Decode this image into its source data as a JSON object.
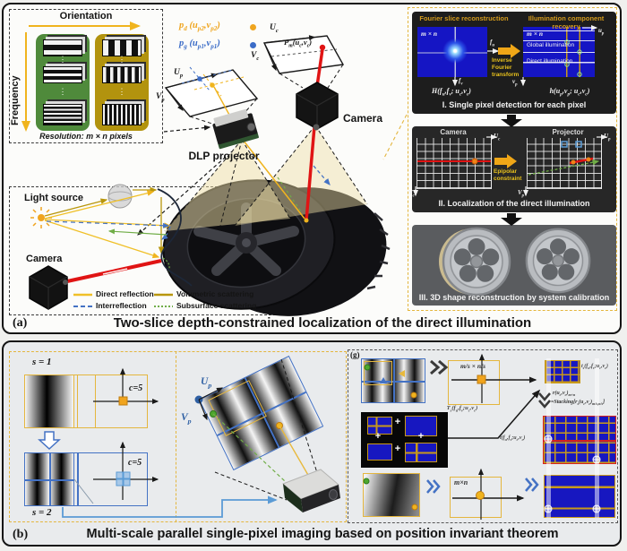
{
  "colors": {
    "accent_yellow": "#E8B93C",
    "accent_blue": "#4472C4",
    "accent_green": "#70AD47",
    "accent_red": "#E01414",
    "dark_gold": "#B8960C",
    "panel_blue": "#1717C0",
    "title_gold": "#D39A1C"
  },
  "panel_a": {
    "label": "(a)",
    "caption": "Two-slice depth-constrained localization of the direct illumination",
    "pattern_box": {
      "orientation": "Orientation",
      "frequency": "Frequency",
      "resolution": "Resolution: m × n pixels",
      "ellipsis": "⋮"
    },
    "scene": {
      "pd": "p~d~ (u~p2~,v~p2~)",
      "pg": "p~g~ (u~p1~,v~p1~)",
      "up": "U~p~",
      "vp": "V~p~",
      "uc": "U~c~",
      "vc": "V~c~",
      "pm": "P~m~(u~c~,v~c~)",
      "projector": "DLP projector",
      "camera": "Camera"
    },
    "scatter": {
      "light_source": "Light source",
      "camera": "Camera",
      "legend": [
        {
          "label": "Direct reflection",
          "style": "solid-yellow"
        },
        {
          "label": "Volumetric scattering",
          "style": "solid-darkyellow"
        },
        {
          "label": "Interreflection",
          "style": "dashed-blue"
        },
        {
          "label": "Subsurface scattering",
          "style": "dotted-green"
        }
      ]
    },
    "steps": {
      "one": {
        "title_left": "Fourier slice reconstruction",
        "title_right": "Illumination component recovery",
        "mn": "m × n",
        "fu": "f~u~",
        "fv": "f~v~",
        "formula_left": "H(f~u~,f~v~; u~c~,v~c~)",
        "arrow_text": "Inverse Fourier transform",
        "up": "u~p~",
        "vp": "v~p~",
        "global_label": "Global illumination",
        "direct_label": "Direct illumination",
        "formula_right": "h(u~p~,v~p~; u~c~,v~c~)",
        "caption": "I.  Single pixel detection for each pixel"
      },
      "two": {
        "camera": "Camera",
        "projector": "Projector",
        "uc": "U~c~",
        "vc": "V~c~",
        "up": "U~p~",
        "vp": "V~p~",
        "arrow_text": "Epipolar constraint",
        "caption": "II.  Localization of the direct illumination"
      },
      "three": {
        "caption": "III.   3D shape reconstruction by system calibration"
      }
    }
  },
  "panel_b": {
    "label": "(b)",
    "caption": "Multi-scale parallel single-pixel imaging based on position invariant theorem",
    "scales": {
      "s1": "s = 1",
      "s2": "s = 2",
      "c5a": "c=5",
      "c5b": "c=5"
    },
    "plane": {
      "up": "U~p~",
      "vp": "V~p~"
    },
    "g": {
      "label": "(g)",
      "msns": "m/s × n/s",
      "Ts": "T~s~(f~u~,f~v~;u~c~,v~c~)",
      "ts": "t~s~(f~u~,f~v~;u~c~,v~c~)",
      "stack1": "r(u~c~,v~c~)~m×n~",
      "stack2": "=Stacking[r~s~(u~c~,v~c~)~m/s,n/s~]",
      "t": "t(f~u~,f~v~;u~c~,v~c~)",
      "mn": "m×n",
      "plus": "+"
    }
  }
}
